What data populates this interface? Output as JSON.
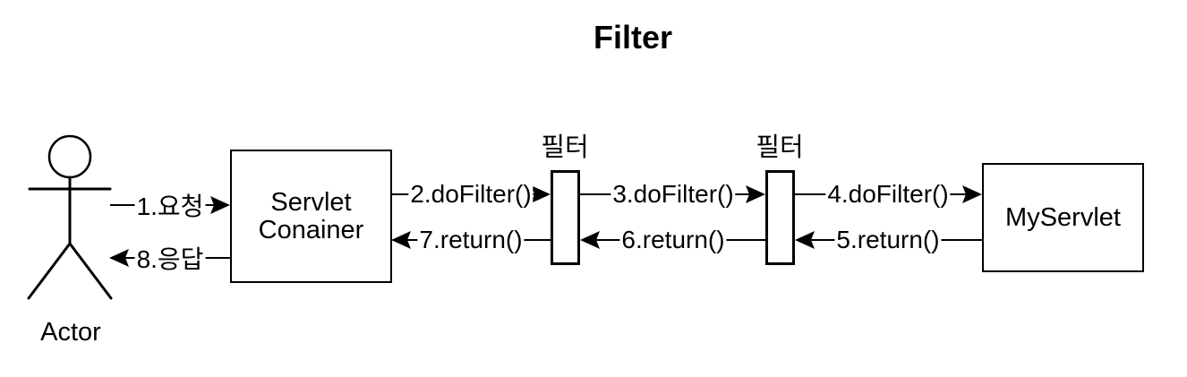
{
  "title": "Filter",
  "colors": {
    "ink": "#000000",
    "background": "#ffffff"
  },
  "actor": {
    "label": "Actor"
  },
  "nodes": [
    {
      "id": "servlet-container",
      "label_lines": [
        "Servlet",
        "Conainer"
      ]
    },
    {
      "id": "filter-1",
      "label": "필터"
    },
    {
      "id": "filter-2",
      "label": "필터"
    },
    {
      "id": "my-servlet",
      "label": "MyServlet"
    }
  ],
  "messages": [
    {
      "seq": 1,
      "label": "1.요청",
      "from": "actor",
      "to": "servlet-container",
      "direction": "right"
    },
    {
      "seq": 2,
      "label": "2.doFilter()",
      "from": "servlet-container",
      "to": "filter-1",
      "direction": "right"
    },
    {
      "seq": 3,
      "label": "3.doFilter()",
      "from": "filter-1",
      "to": "filter-2",
      "direction": "right"
    },
    {
      "seq": 4,
      "label": "4.doFilter()",
      "from": "filter-2",
      "to": "my-servlet",
      "direction": "right"
    },
    {
      "seq": 5,
      "label": "5.return()",
      "from": "my-servlet",
      "to": "filter-2",
      "direction": "left"
    },
    {
      "seq": 6,
      "label": "6.return()",
      "from": "filter-2",
      "to": "filter-1",
      "direction": "left"
    },
    {
      "seq": 7,
      "label": "7.return()",
      "from": "filter-1",
      "to": "servlet-container",
      "direction": "left"
    },
    {
      "seq": 8,
      "label": "8.응답",
      "from": "servlet-container",
      "to": "actor",
      "direction": "left"
    }
  ]
}
